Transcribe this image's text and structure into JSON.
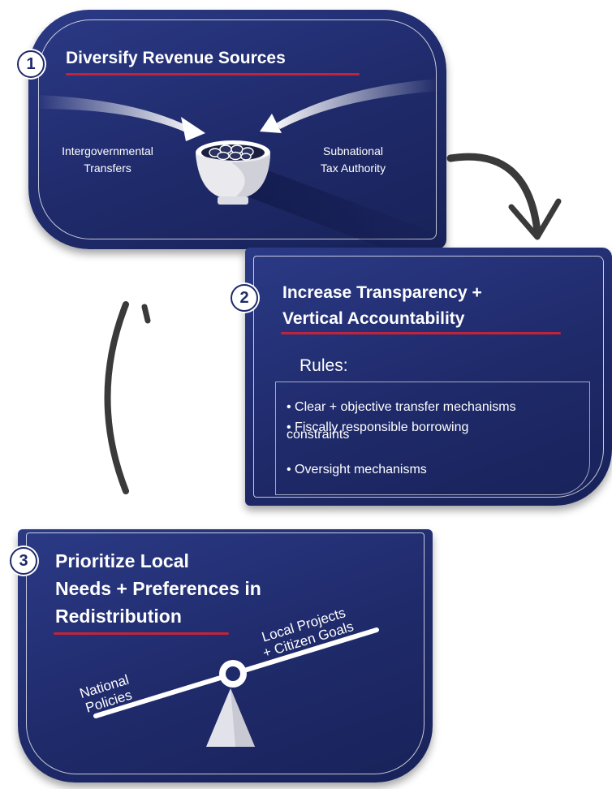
{
  "step1": {
    "number": "1",
    "title": "Diversify Revenue Sources",
    "left_label_line1": "Intergovernmental",
    "left_label_line2": "Transfers",
    "right_label_line1": "Subnational",
    "right_label_line2": "Tax Authority",
    "icon": "bowl-of-coins-icon"
  },
  "step2": {
    "number": "2",
    "title_line1": "Increase Transparency +",
    "title_line2": "Vertical Accountability",
    "rules_heading": "Rules:",
    "bullets": [
      "• Clear + objective transfer mechanisms",
      "• Fiscally responsible borrowing",
      "constraints",
      "• Oversight mechanisms"
    ]
  },
  "step3": {
    "number": "3",
    "title_line1": "Prioritize Local",
    "title_line2": "Needs + Preferences in",
    "title_line3": "Redistribution",
    "left_label_line1": "National",
    "left_label_line2": "Policies",
    "right_label_line1": "Local Projects",
    "right_label_line2": "+ Citizen Goals",
    "icon": "seesaw-balance-icon"
  },
  "colors": {
    "card_background": "#1f2a6a",
    "accent_underline": "#c0243b",
    "arrow": "#3a3a3a"
  }
}
